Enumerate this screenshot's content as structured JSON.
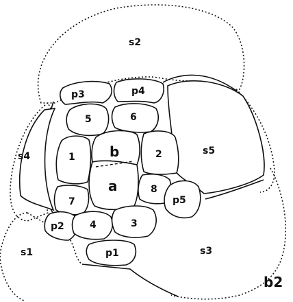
{
  "panel_label": "b2",
  "cells": {
    "s1": "s1",
    "s2": "s2",
    "s3": "s3",
    "s4": "s4",
    "s5": "s5",
    "p1": "p1",
    "p2": "p2",
    "p3": "p3",
    "p4": "p4",
    "p5": "p5",
    "c1": "1",
    "c2": "2",
    "c3": "3",
    "c4": "4",
    "c5": "5",
    "c6": "6",
    "c7": "7",
    "c8": "8",
    "a": "a",
    "b": "b"
  }
}
